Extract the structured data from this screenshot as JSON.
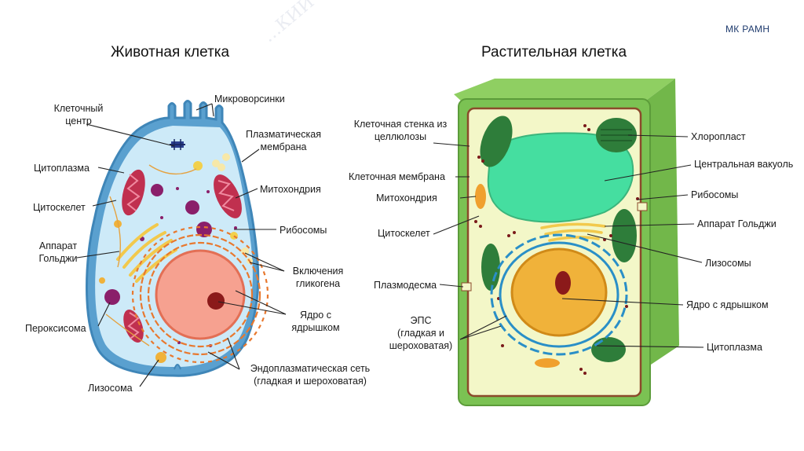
{
  "brand": "МК РАМН",
  "watermark": "…КИЙ КОЛЛЕДЖ",
  "animal": {
    "title": "Животная клетка",
    "labels": {
      "centrosome_1": "Клеточный",
      "centrosome_2": "центр",
      "microvilli": "Микроворсинки",
      "membrane_1": "Плазматическая",
      "membrane_2": "мембрана",
      "cytoplasm": "Цитоплазма",
      "mitochondria": "Митохондрия",
      "cytoskeleton": "Цитоскелет",
      "ribosomes": "Рибосомы",
      "golgi_1": "Аппарат",
      "golgi_2": "Гольджи",
      "glycogen_1": "Включения",
      "glycogen_2": "гликогена",
      "peroxisome": "Пероксисома",
      "nucleus_1": "Ядро с",
      "nucleus_2": "ядрышком",
      "er_1": "Эндоплазматическая сеть",
      "er_2": "(гладкая и шероховатая)",
      "lysosome": "Лизосома"
    }
  },
  "plant": {
    "title": "Растительная клетка",
    "labels": {
      "wall_1": "Клеточная стенка из",
      "wall_2": "целлюлозы",
      "membrane": "Клеточная мембрана",
      "mitochondria": "Митохондрия",
      "cytoskeleton": "Цитоскелет",
      "plasmodesma": "Плазмодесма",
      "er_1": "ЭПС",
      "er_2": "(гладкая и",
      "er_3": "шероховатая)",
      "chloroplast": "Хлоропласт",
      "vacuole": "Центральная вакуоль",
      "ribosomes": "Рибосомы",
      "golgi": "Аппарат Гольджи",
      "lysosomes": "Лизосомы",
      "nucleus": "Ядро с ядрышком",
      "cytoplasm": "Цитоплазма"
    }
  },
  "colors": {
    "animal_membrane": "#4a90c4",
    "animal_cytoplasm": "#bfe3f5",
    "mitochondria": "#c0304f",
    "golgi": "#f2c94c",
    "nucleus": "#f6a190",
    "nucleolus": "#8b1a1a",
    "plant_wall": "#6ab04c",
    "plant_cytoplasm": "#f3f7c8",
    "chloroplast": "#2e7d3a",
    "vacuole": "#4fe0a0",
    "plant_nucleus": "#f0b23a",
    "er": "#2a8fc7"
  }
}
